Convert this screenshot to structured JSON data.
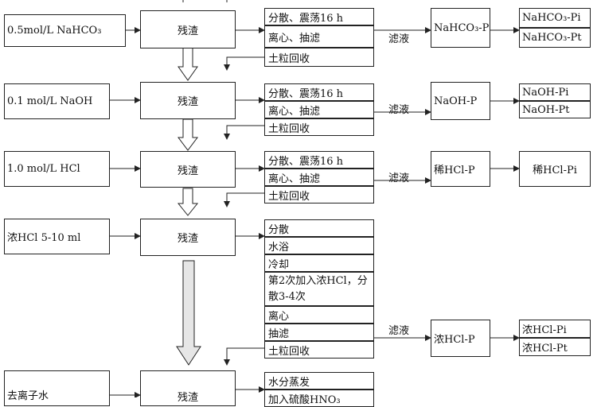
{
  "groups": [
    {
      "reagent": "0.5mol/L NaHCO₃",
      "residue": "残渣",
      "steps": [
        "分散、震荡16 h",
        "离心、抽滤",
        "土粒回收"
      ],
      "filtrate": "滤液",
      "product": "NaHCO₃-P",
      "outputs": [
        "NaHCO₃-Pi",
        "NaHCO₃-Pt"
      ]
    },
    {
      "reagent": "0.1 mol/L NaOH",
      "residue": "残渣",
      "steps": [
        "分散、震荡16 h",
        "离心、抽滤",
        "土粒回收"
      ],
      "filtrate": "滤液",
      "product": "NaOH-P",
      "outputs": [
        "NaOH-Pi",
        "NaOH-Pt"
      ]
    },
    {
      "reagent": "1.0 mol/L HCl",
      "residue": "残渣",
      "steps": [
        "分散、震荡16 h",
        "离心、抽滤",
        "土粒回收"
      ],
      "filtrate": "滤液",
      "product": "稀HCl-P",
      "outputs": [
        "稀HCl-Pi"
      ]
    },
    {
      "reagent": "浓HCl 5-10 ml",
      "residue": "残渣",
      "steps": [
        "分散",
        "水浴",
        "冷却",
        "第2次加入浓HCl，分散3-4次",
        "离心",
        "抽滤",
        "土粒回收"
      ],
      "filtrate": "滤液",
      "product": "浓HCl-P",
      "outputs": [
        "浓HCl-Pi",
        "浓HCl-Pt"
      ]
    },
    {
      "reagent": "去离子水",
      "residue": "残渣",
      "steps": [
        "水分蒸发",
        "加入硫酸HNO₃"
      ]
    }
  ]
}
